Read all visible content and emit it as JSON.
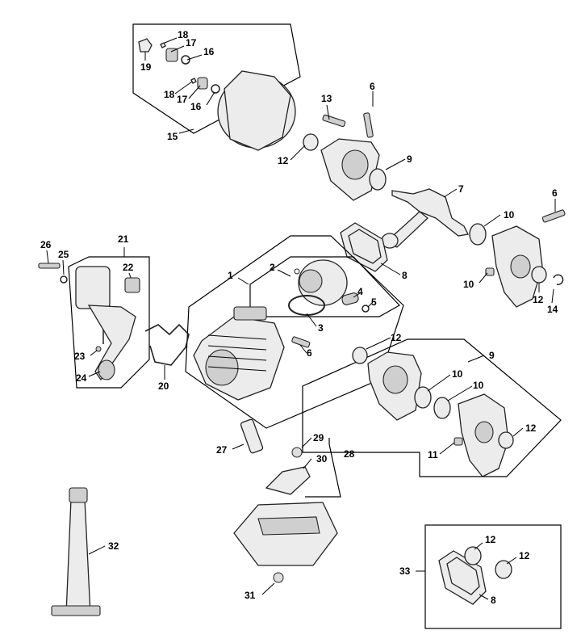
{
  "diagram": {
    "labels": [
      {
        "id": "1",
        "text": "1"
      },
      {
        "id": "2",
        "text": "2"
      },
      {
        "id": "3",
        "text": "3"
      },
      {
        "id": "4",
        "text": "4"
      },
      {
        "id": "5",
        "text": "5"
      },
      {
        "id": "6a",
        "text": "6"
      },
      {
        "id": "6b",
        "text": "6"
      },
      {
        "id": "6c",
        "text": "6"
      },
      {
        "id": "7",
        "text": "7"
      },
      {
        "id": "8a",
        "text": "8"
      },
      {
        "id": "8b",
        "text": "8"
      },
      {
        "id": "9",
        "text": "9"
      },
      {
        "id": "10a",
        "text": "10"
      },
      {
        "id": "10b",
        "text": "10"
      },
      {
        "id": "10c",
        "text": "10"
      },
      {
        "id": "10d",
        "text": "10"
      },
      {
        "id": "11a",
        "text": "11"
      },
      {
        "id": "11b",
        "text": "11"
      },
      {
        "id": "12a",
        "text": "12"
      },
      {
        "id": "12b",
        "text": "12"
      },
      {
        "id": "12c",
        "text": "12"
      },
      {
        "id": "12d",
        "text": "12"
      },
      {
        "id": "12e",
        "text": "12"
      },
      {
        "id": "12f",
        "text": "12"
      },
      {
        "id": "12g",
        "text": "12"
      },
      {
        "id": "13",
        "text": "13"
      },
      {
        "id": "14",
        "text": "14"
      },
      {
        "id": "15",
        "text": "15"
      },
      {
        "id": "16a",
        "text": "16"
      },
      {
        "id": "16b",
        "text": "16"
      },
      {
        "id": "17a",
        "text": "17"
      },
      {
        "id": "17b",
        "text": "17"
      },
      {
        "id": "18a",
        "text": "18"
      },
      {
        "id": "18b",
        "text": "18"
      },
      {
        "id": "19",
        "text": "19"
      },
      {
        "id": "20",
        "text": "20"
      },
      {
        "id": "21",
        "text": "21"
      },
      {
        "id": "22",
        "text": "22"
      },
      {
        "id": "23",
        "text": "23"
      },
      {
        "id": "24",
        "text": "24"
      },
      {
        "id": "25",
        "text": "25"
      },
      {
        "id": "26",
        "text": "26"
      },
      {
        "id": "27",
        "text": "27"
      },
      {
        "id": "28",
        "text": "28"
      },
      {
        "id": "29",
        "text": "29"
      },
      {
        "id": "30",
        "text": "30"
      },
      {
        "id": "31",
        "text": "31"
      },
      {
        "id": "32",
        "text": "32"
      },
      {
        "id": "33",
        "text": "33"
      }
    ]
  }
}
